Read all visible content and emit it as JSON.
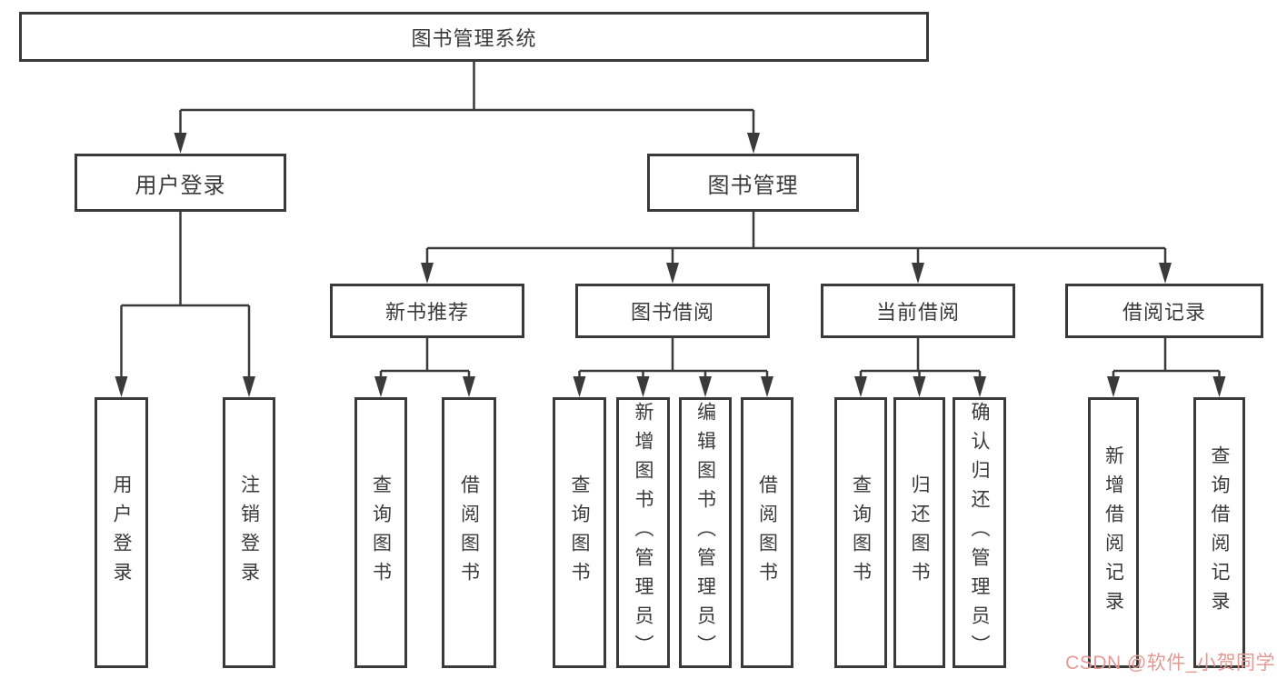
{
  "diagram": {
    "title": "图书管理系统",
    "level2": {
      "user_login": "用户登录",
      "book_mgmt": "图书管理"
    },
    "level3": {
      "new_book": "新书推荐",
      "book_borrow": "图书借阅",
      "current_borrow": "当前借阅",
      "borrow_record": "借阅记录"
    },
    "leaves": {
      "user_login_leaf": "用户登录",
      "logout": "注销登录",
      "nb_query": "查询图书",
      "nb_borrow": "借阅图书",
      "bb_query": "查询图书",
      "bb_add": "新增图书（管理员）",
      "bb_edit": "编辑图书（管理员）",
      "bb_borrow": "借阅图书",
      "cb_query": "查询图书",
      "cb_return": "归还图书",
      "cb_confirm": "确认归还（管理员）",
      "br_add": "新增借阅记录",
      "br_query": "查询借阅记录"
    }
  },
  "watermark": {
    "text": "CSDN @软件_小贺同学",
    "color": "#e49a94"
  },
  "colors": {
    "line": "#3a3a3a",
    "text": "#3a3a3a",
    "background": "#ffffff"
  }
}
